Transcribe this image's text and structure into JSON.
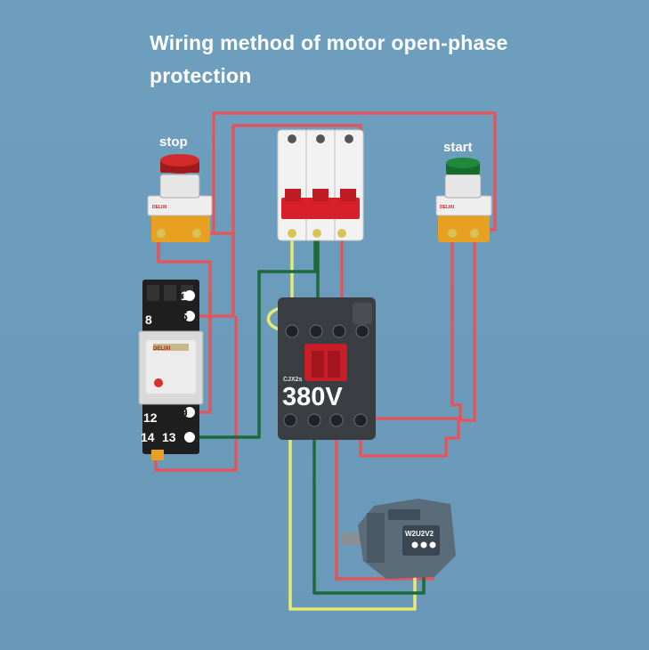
{
  "title": "Wiring method of motor open-phase protection",
  "labels": {
    "stop": "stop",
    "start": "start",
    "voltage": "380V",
    "contactor_model": "CJX2s",
    "relay_brand": "DELIXI",
    "terminals": {
      "t8": "8",
      "t1": "1",
      "t5": "5",
      "t12": "12",
      "t9": "9",
      "t14": "14",
      "t13": "13"
    },
    "motor_terminals": "W2U2V2"
  },
  "colors": {
    "background": "#6f9fbf",
    "wire_red": "#e0565c",
    "wire_yellow": "#e6ea74",
    "wire_green": "#1f6a3a",
    "button_red": "#c21f1f",
    "button_green": "#1e8a3a",
    "contactor_body": "#3a3d42",
    "breaker_body": "#f2f2f2",
    "breaker_handle": "#d8202b",
    "motor_body": "#5a6b7a"
  }
}
